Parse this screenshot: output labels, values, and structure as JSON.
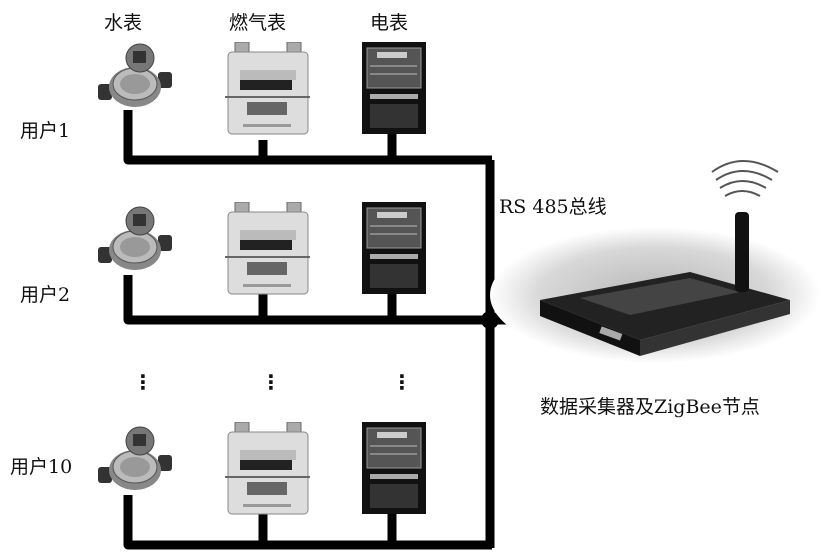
{
  "meter_types": {
    "water": "水表",
    "gas": "燃气表",
    "electric": "电表"
  },
  "users": [
    {
      "label": "用户1"
    },
    {
      "label": "用户2"
    },
    {
      "label": "用户10"
    }
  ],
  "ellipsis": "⋮",
  "bus_label": "RS 485总线",
  "collector_label": "数据采集器及ZigBee节点"
}
